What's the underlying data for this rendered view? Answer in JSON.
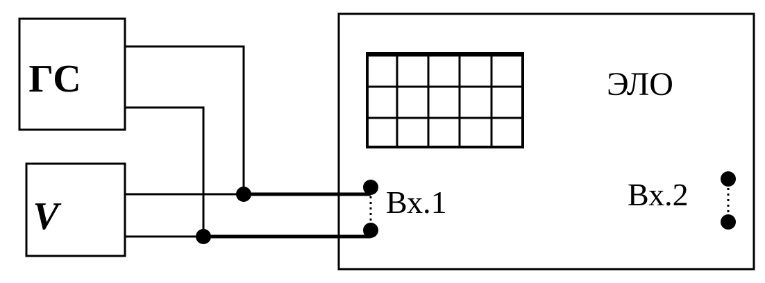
{
  "diagram": {
    "generator_label": "ГС",
    "voltmeter_label": "V",
    "oscilloscope_label": "ЭЛО",
    "input1_label": "Вх.1",
    "input2_label": "Вх.2"
  }
}
